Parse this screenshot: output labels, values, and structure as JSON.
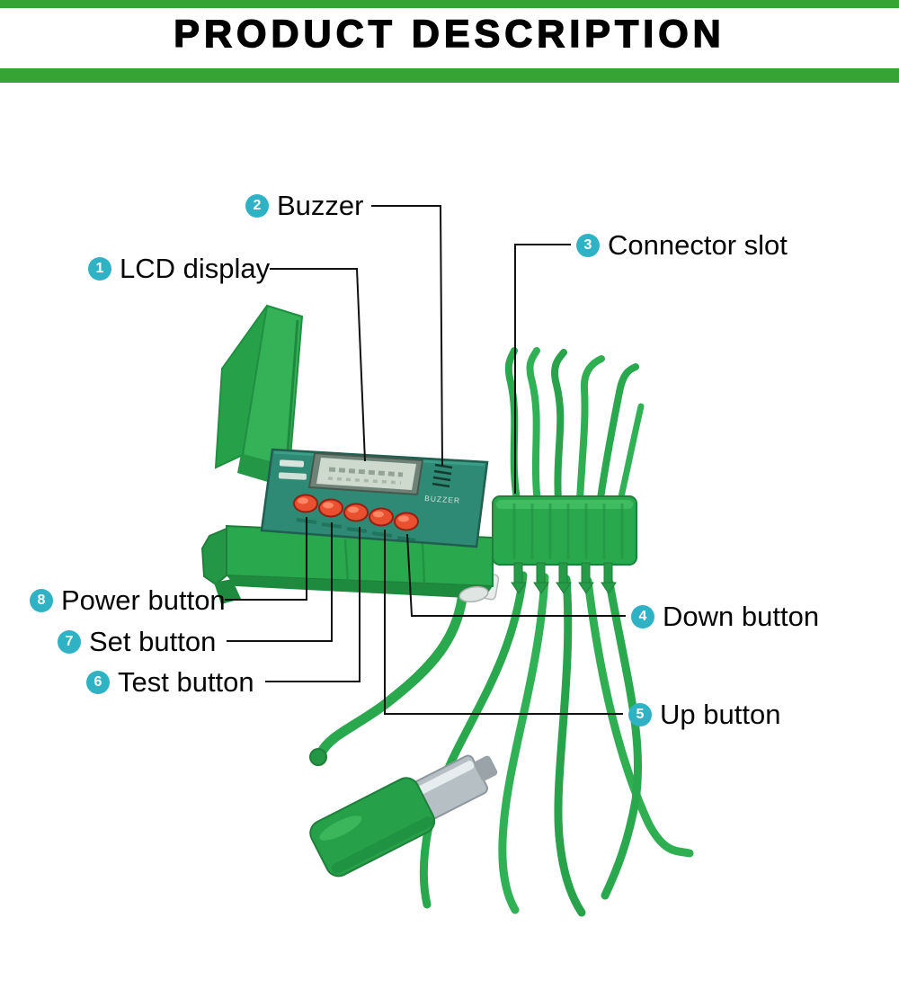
{
  "header": {
    "title": "PRODUCT DESCRIPTION"
  },
  "colors": {
    "accent_green": "#36a435",
    "device_green": "#2aa84e",
    "panel_teal": "#2e8a74",
    "button_red": "#e8502f",
    "badge_teal": "#2fb3c4"
  },
  "device": {
    "buzzer_label": "BUZZER"
  },
  "labels": [
    {
      "num": "1",
      "text": "LCD display"
    },
    {
      "num": "2",
      "text": "Buzzer"
    },
    {
      "num": "3",
      "text": "Connector slot"
    },
    {
      "num": "4",
      "text": "Down button"
    },
    {
      "num": "5",
      "text": "Up button"
    },
    {
      "num": "6",
      "text": "Test button"
    },
    {
      "num": "7",
      "text": "Set button"
    },
    {
      "num": "8",
      "text": "Power button"
    }
  ]
}
